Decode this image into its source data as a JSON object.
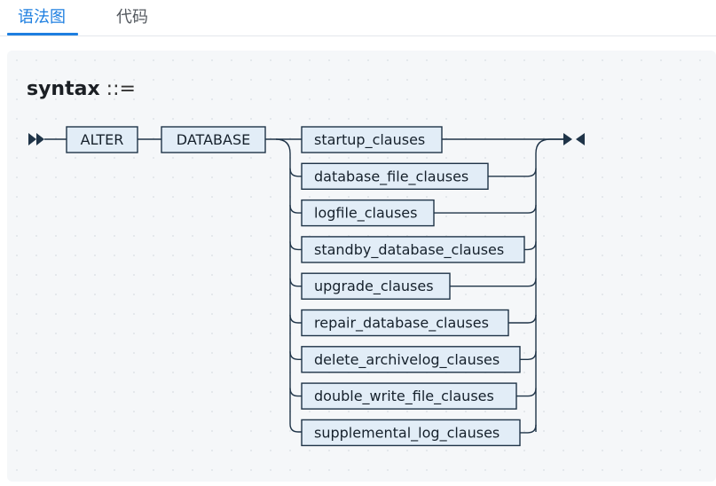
{
  "tabs": [
    {
      "label": "语法图",
      "active": true
    },
    {
      "label": "代码",
      "active": false
    }
  ],
  "diagram": {
    "rule_name": "syntax",
    "rule_op": "::=",
    "sequence": [
      "ALTER",
      "DATABASE"
    ],
    "choices": [
      "startup_clauses",
      "database_file_clauses",
      "logfile_clauses",
      "standby_database_clauses",
      "upgrade_clauses",
      "repair_database_clauses",
      "delete_archivelog_clauses",
      "double_write_file_clauses",
      "supplemental_log_clauses"
    ]
  },
  "colors": {
    "accent": "#1e7fe0",
    "box_fill": "#e2edf7",
    "line": "#1f3448",
    "panel": "#f5f7f9"
  }
}
